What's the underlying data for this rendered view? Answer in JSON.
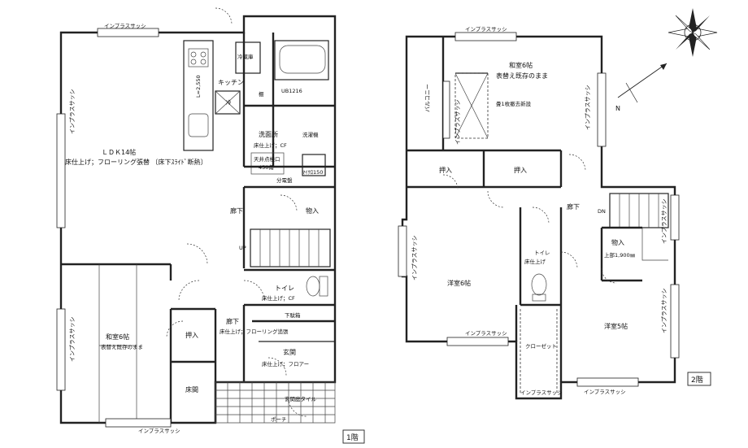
{
  "floor1": {
    "tag": "1階",
    "ldk_title": "ＬＤＫ14帖",
    "ldk_finish": "床仕上げ；フローリング張替 〔床下ｽﾗｲﾄﾞ断熱〕",
    "kitchen": "キッチン",
    "fridge": "冷蔵庫",
    "counter_dim": "L=2,550",
    "bath": "UB1216",
    "senmenjo": "洗面所",
    "senmenjo_finish": "床仕上げ；CF",
    "washer": "洗濯機",
    "inspection": "天井点検口",
    "inspection_size": "450角",
    "distribution": "分電盤",
    "water_heater": "ﾏｲｸﾛ150",
    "corridor1": "廊下",
    "monoire1": "物入",
    "up": "UP",
    "toilet": "トイレ",
    "toilet_finish": "床仕上げ；CF",
    "getabako": "下駄箱",
    "corridor2": "廊下",
    "corridor2_finish": "床仕上げ；フローリング追張",
    "genkan": "玄関",
    "genkan_finish": "床仕上げ；フロアー",
    "washitsu": "和室6帖",
    "washitsu_note": "表替え既存のまま",
    "oshiire": "押入",
    "tokonoma": "床間",
    "porch": "ポーチ",
    "porch_note": "玄関庭タイル",
    "windows": [
      "インプラスサッシ",
      "インプラスサッシ",
      "インプラスサッシ",
      "インプラスサッシ"
    ],
    "small": [
      "冷",
      "棚"
    ]
  },
  "floor2": {
    "tag": "2階",
    "washitsu": "和室6帖",
    "washitsu_note": "表替え既存のまま",
    "tatami_note": "畳1枚撤去新設",
    "balcony": "バルコニー",
    "oshiire_a": "押入",
    "oshiire_b": "押入",
    "corridor": "廊下",
    "dn": "DN",
    "toilet": "トイレ",
    "toilet_finish": "床仕上げ",
    "monoire": "物入",
    "hatch": "上部1,900㎜",
    "room_a": "洋室6帖",
    "room_b": "洋室5帖",
    "closet": "クローゼット",
    "windows": [
      "インプラスサッシ",
      "インプラスサッシ",
      "インプラスサッシ",
      "インプラスサッシ",
      "インプラスサッシ",
      "インプラスサッシ",
      "インプラスサッシ",
      "インプラスサッシ",
      "インプラスサッシ"
    ]
  },
  "compass": {
    "north": "N"
  }
}
